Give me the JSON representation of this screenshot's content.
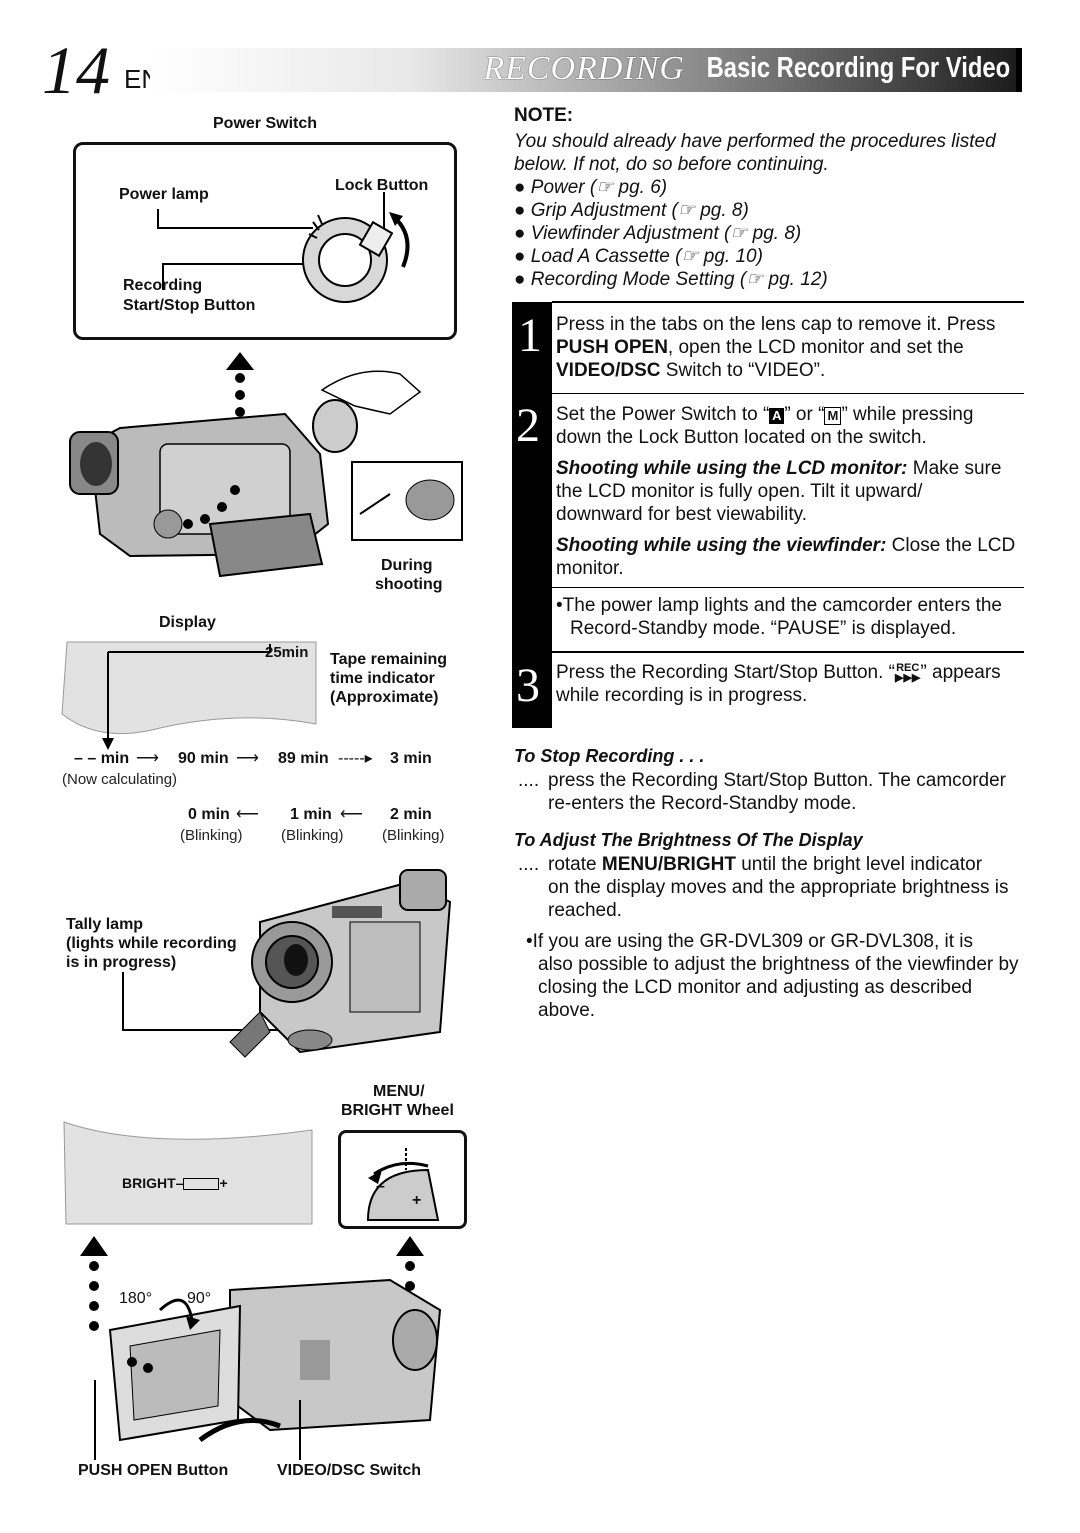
{
  "header": {
    "page_number": "14",
    "lang": "EN",
    "section": "RECORDING",
    "title": "Basic Recording For Video"
  },
  "note": {
    "heading": "NOTE:",
    "intro": "You should already have performed the procedures listed below. If not, do so before continuing.",
    "items": [
      "Power (☞ pg. 6)",
      "Grip Adjustment (☞ pg. 8)",
      "Viewfinder Adjustment (☞ pg. 8)",
      "Load A Cassette (☞ pg. 10)",
      "Recording Mode Setting (☞ pg. 12)"
    ]
  },
  "steps": {
    "s1": {
      "num": "1",
      "a": "Press in the tabs on the lens cap to remove it. Press",
      "b1": "PUSH OPEN",
      "b2": ", open the LCD monitor and set the",
      "c1": "VIDEO/DSC",
      "c2": " Switch to “VIDEO”."
    },
    "s2": {
      "num": "2",
      "a1": "Set the Power Switch to “",
      "icon_a": "A",
      "a2": "” or “",
      "icon_m": "M",
      "a3": "” while pressing",
      "b": "down the Lock Button located on the switch.",
      "lcd_head": "Shooting while using the LCD monitor:",
      "lcd_1": " Make sure",
      "lcd_2": "the LCD monitor is fully open. Tilt it upward/",
      "lcd_3": "downward for best viewability.",
      "vf_head": "Shooting while using the viewfinder:",
      "vf_1": " Close the LCD",
      "vf_2": "monitor.",
      "pl_1": "•The power lamp lights and the camcorder enters the",
      "pl_2": "Record-Standby mode. “PAUSE” is displayed."
    },
    "s3": {
      "num": "3",
      "a1": "Press the Recording Start/Stop Button. “",
      "rec": "REC",
      "a2": "” appears",
      "b": "while recording is in progress."
    }
  },
  "stop": {
    "heading": "To Stop Recording . . .",
    "dots": "....",
    "l1": "press the Recording Start/Stop Button. The camcorder",
    "l2": "re-enters the Record-Standby mode."
  },
  "bright": {
    "heading": "To Adjust The Brightness Of The Display",
    "dots": "....",
    "l1a": "rotate ",
    "l1b": "MENU/BRIGHT",
    "l1c": " until the bright level indicator",
    "l2": "on the display moves and the appropriate brightness is",
    "l3": "reached.",
    "b1": "•If you are using the GR-DVL309 or GR-DVL308, it is",
    "b2": "also possible to adjust the brightness of the viewfinder by",
    "b3": "closing the LCD monitor and adjusting as described",
    "b4": "above."
  },
  "figure": {
    "power_switch": "Power Switch",
    "power_lamp": "Power lamp",
    "lock_button": "Lock Button",
    "rec_btn_1": "Recording",
    "rec_btn_2": "Start/Stop Button",
    "during_1": "During",
    "during_2": "shooting",
    "display": "Display",
    "tape_value": "25min",
    "tape_1": "Tape remaining",
    "tape_2": "time indicator",
    "tape_3": "(Approximate)",
    "seq1": [
      "– – min",
      "90 min",
      "89 min",
      "3 min"
    ],
    "now_calc": "(Now calculating)",
    "seq2": [
      "0 min",
      "1 min",
      "2 min"
    ],
    "blinking": "(Blinking)",
    "tally_1": "Tally lamp",
    "tally_2": "(lights while recording",
    "tally_3": "is in progress)",
    "menu_1": "MENU/",
    "menu_2": "BRIGHT Wheel",
    "bright_label": "BRIGHT",
    "bright_minus": "–",
    "bright_plus": "+",
    "wheel_minus": "–",
    "wheel_plus": "+",
    "deg180": "180°",
    "deg90": "90°",
    "push_open": "PUSH OPEN Button",
    "video_dsc": "VIDEO/DSC Switch"
  }
}
